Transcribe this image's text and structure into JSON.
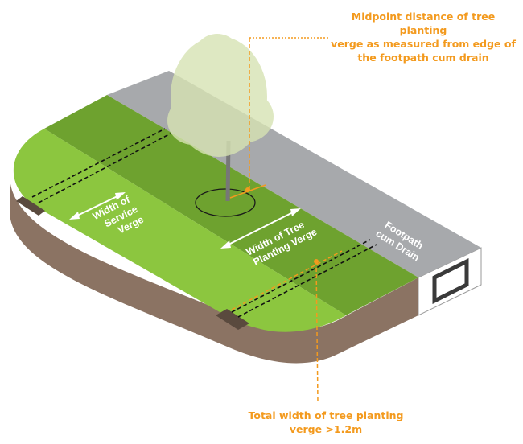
{
  "labels": {
    "service_verge_line1": "Width of",
    "service_verge_line2": "Service",
    "service_verge_line3": "Verge",
    "tree_verge_line1": "Width of Tree",
    "tree_verge_line2": "Planting Verge",
    "footpath_line1": "Footpath",
    "footpath_line2": "cum Drain"
  },
  "callouts": {
    "top_line1": "Midpoint distance of tree planting",
    "top_line2": "verge as measured from edge of",
    "top_line3_prefix": "the footpath cum ",
    "top_line3_link": "drain",
    "bottom_line1": "Total width of tree planting",
    "bottom_line2": "verge >1.2m"
  },
  "colors": {
    "service_verge": "#8cc63f",
    "tree_verge": "#6ea22f",
    "footpath": "#a7a9ac",
    "soil": "#8b7363",
    "accent": "#f39a1e"
  }
}
